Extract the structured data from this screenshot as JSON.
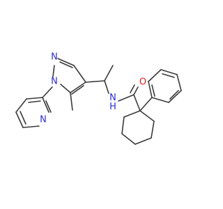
{
  "molecule": {
    "atoms": {
      "n_pyrazole_top": {
        "text": "N",
        "color": "#2b2bd6"
      },
      "n_pyrazole_substituted": {
        "text": "N",
        "color": "#2b2bd6"
      },
      "n_pyridine": {
        "text": "N",
        "color": "#2b2bd6"
      },
      "nh_amide": {
        "text": "N\nH",
        "color": "#2b2bd6"
      },
      "o_carbonyl": {
        "text": "O",
        "color": "#e02020"
      }
    },
    "bond_color": "#3a3a3a"
  }
}
